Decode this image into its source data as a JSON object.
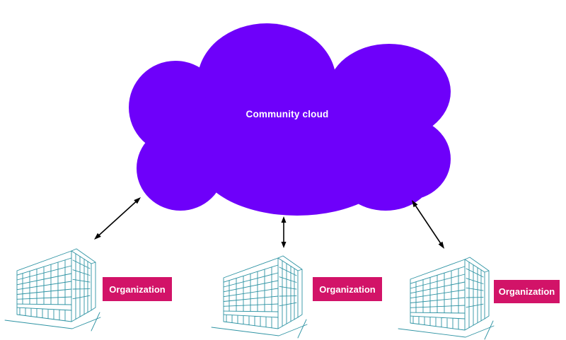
{
  "cloud": {
    "label": "Community cloud"
  },
  "organizations": [
    {
      "label": "Organization"
    },
    {
      "label": "Organization"
    },
    {
      "label": "Organization"
    }
  ],
  "colors": {
    "cloud_fill": "#6E00FA",
    "cloud_label_text": "#FFFFFF",
    "organization_fill": "#D21368",
    "organization_text": "#FFFFFF",
    "building_line": "#2E93A3",
    "arrow": "#000000",
    "background": "#FFFFFF"
  }
}
